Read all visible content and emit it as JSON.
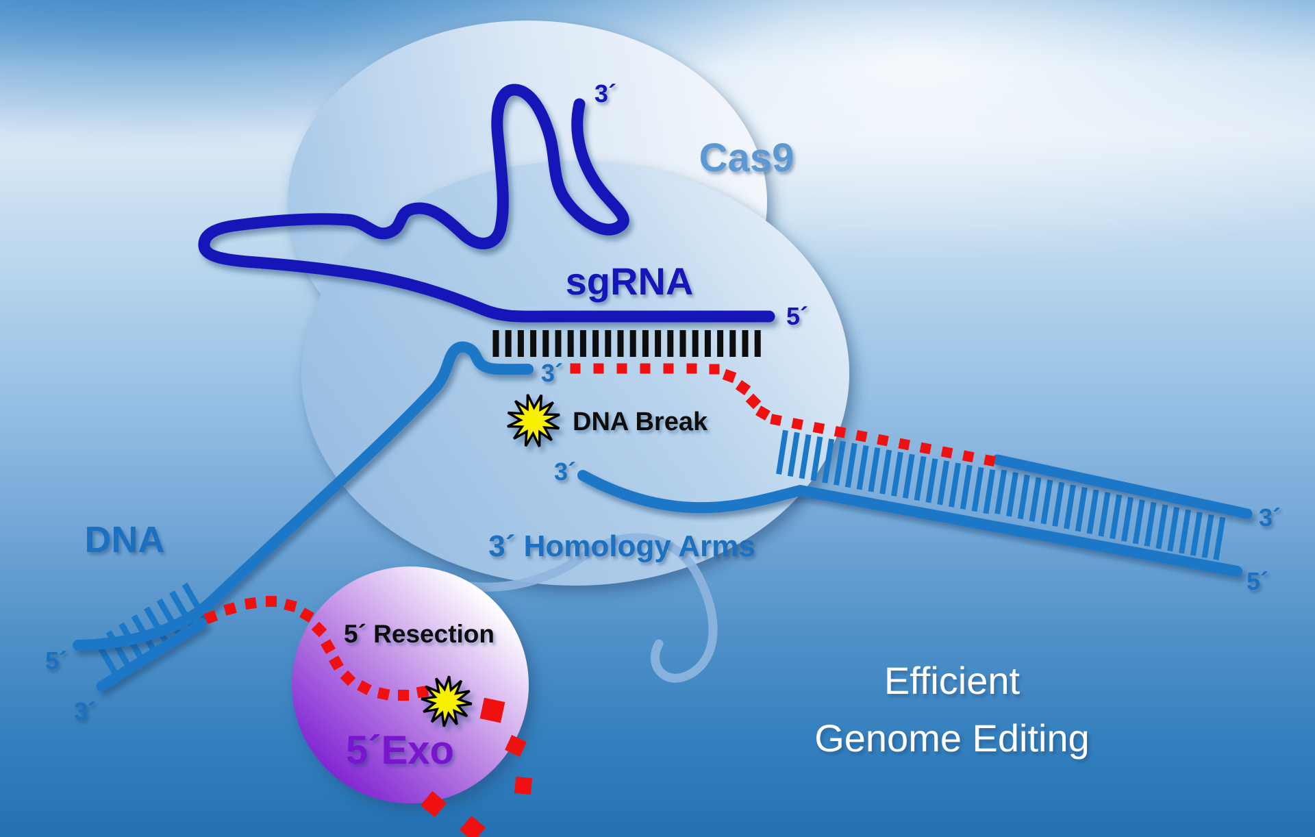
{
  "figure": {
    "protein_label": "Cas9",
    "sgrna_label": "sgRNA",
    "dna_label": "DNA",
    "dna_break_label": "DNA Break",
    "homology_arms_label": "3´ Homology Arms",
    "resection_label": "5´ Resection",
    "exonuclease_label": "5´Exo",
    "outcome_line1": "Efficient",
    "outcome_line2": "Genome Editing",
    "ends": {
      "sgrna_three_prime": "3´",
      "sgrna_five_prime": "5´",
      "target_top_three_prime": "3´",
      "target_bottom_three_prime": "3´",
      "left_five_prime": "5´",
      "left_three_prime": "3´",
      "right_three_prime": "3´",
      "right_five_prime": "5´"
    },
    "colors": {
      "sgrna_blue": "#1414b8",
      "dna_strand_blue": "#1b78c6",
      "resected_red": "#f01010",
      "break_star_yellow": "#f7f000",
      "exo_circle_purple": "#7d1fd1",
      "exo_text_purple": "#7712cc",
      "label_blue": "#1b6fc0",
      "cas9_label_blue": "#5b98d2",
      "outcome_text_white": "#ffffff",
      "background_deep_blue": "#2471b3"
    }
  }
}
